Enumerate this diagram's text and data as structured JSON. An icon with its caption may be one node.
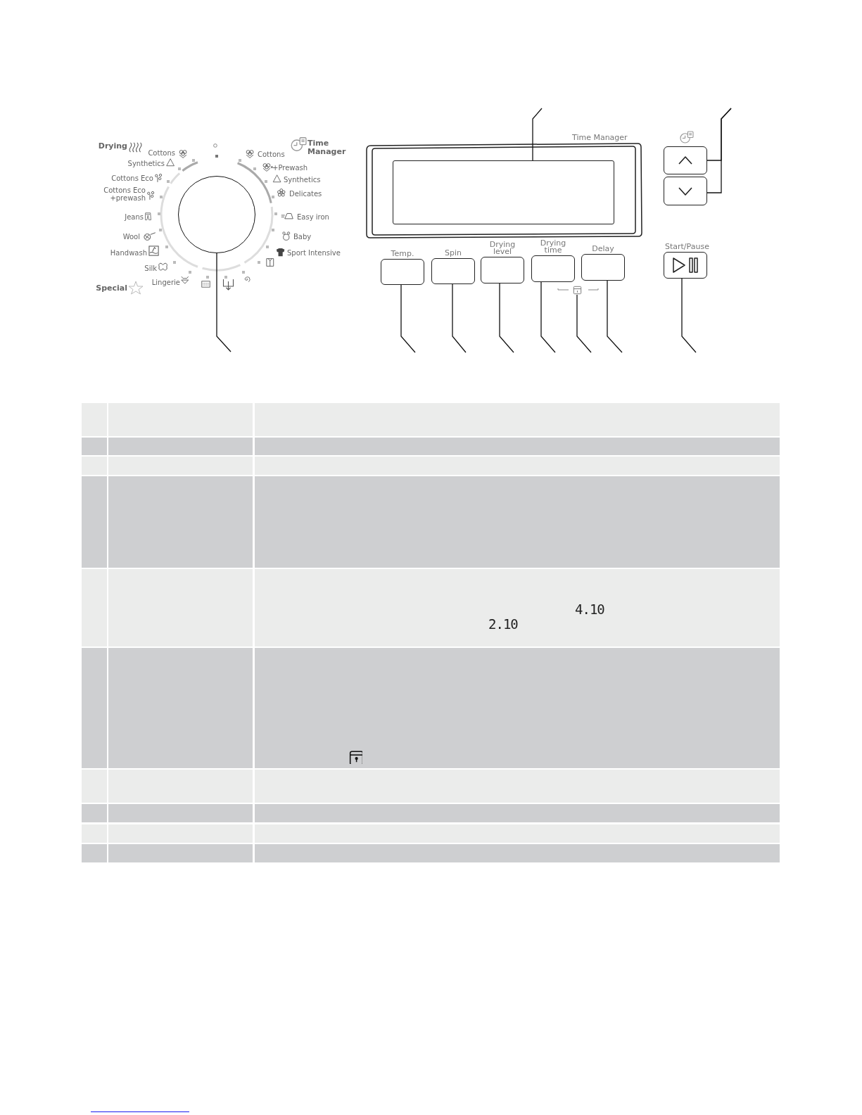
{
  "diagram": {
    "nodes": [
      {
        "text": [],
        "shape": "circle"
      },
      {
        "text": [],
        "shape": "box"
      },
      {
        "text": [],
        "shape": "box"
      },
      {
        "text": [],
        "shape": "box"
      },
      {
        "text": [
          "Temp."
        ]
      },
      {
        "text": [
          "Spin"
        ]
      },
      {
        "text": [
          "Drying level"
        ]
      },
      {
        "text": [
          "Drying time"
        ]
      },
      {
        "text": [],
        "shape": "lock"
      },
      {
        "text": [
          "Delay"
        ]
      },
      {
        "text": [
          "Start/Pause"
        ]
      }
    ],
    "edges": [
      {
        "from": null,
        "to": 0,
        "arrow": "none"
      },
      {
        "from": null,
        "to": 1,
        "arrow": "none"
      },
      {
        "from": null,
        "to": 2,
        "arrow": "none"
      },
      {
        "from": null,
        "to": 3,
        "arrow": "none"
      },
      {
        "from": null,
        "to": 4,
        "arrow": "none"
      },
      {
        "from": null,
        "to": 5,
        "arrow": "none"
      },
      {
        "from": null,
        "to": 6,
        "arrow": "none"
      },
      {
        "from": null,
        "to": 7,
        "arrow": "none"
      },
      {
        "from": null,
        "to": 8,
        "arrow": "none"
      },
      {
        "from": null,
        "to": 9,
        "arrow": "none"
      },
      {
        "from": null,
        "to": 10,
        "arrow": "none"
      }
    ],
    "labels": [
      "Drying",
      "Cottons",
      "Synthetics",
      "Cottons Eco",
      "Cottons Eco +prewash",
      "Jeans",
      "Wool",
      "Handwash",
      "Silk",
      "Lingerie",
      "Special",
      "Cottons",
      "Time Manager",
      "+Prewash",
      "Synthetics",
      "Delicates",
      "Easy iron",
      "Baby",
      "Sport Intensive",
      "Time Manager",
      "4.10",
      "2.10"
    ]
  }
}
